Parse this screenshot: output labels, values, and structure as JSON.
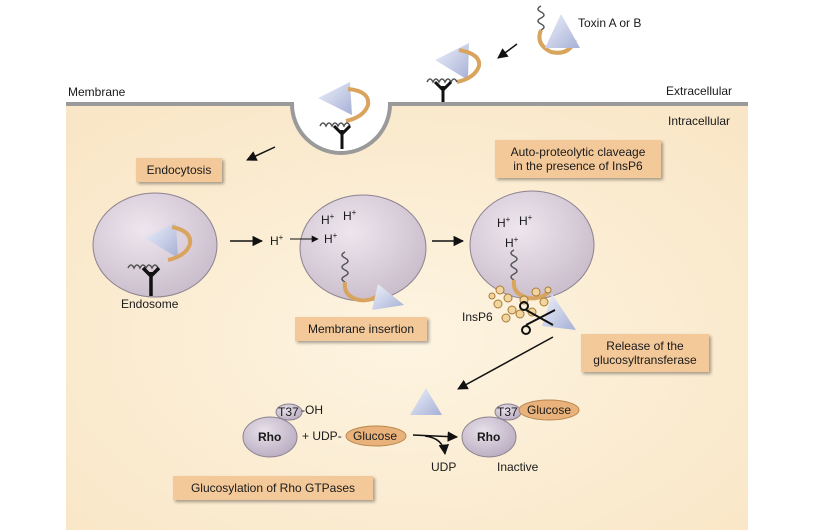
{
  "labels": {
    "toxin": "Toxin A or B",
    "membrane": "Membrane",
    "extracellular": "Extracellular",
    "intracellular": "Intracellular",
    "endosome": "Endosome",
    "insp6": "InsP6",
    "udp_product": "UDP",
    "inactive": "Inactive",
    "proton": "H+",
    "t37_oh": "T37",
    "oh": "OH",
    "t37_glc": "T37",
    "plus_udp": "+ UDP",
    "rho1": "Rho",
    "rho2": "Rho",
    "glucose_donor": "Glucose",
    "glucose_attached": "Glucose"
  },
  "boxes": {
    "endocytosis": "Endocytosis",
    "autoproteolytic": "Auto-proteolytic claveage\nin the presence of InsP6",
    "membrane_insertion": "Membrane insertion",
    "release": "Release of the\nglucosyltransferase",
    "glucosylation": "Glucosylation of Rho GTPases"
  },
  "colors": {
    "cytoplasm": "#fcefd6",
    "membrane": "#9a9a9a",
    "vesicle": "#d6ccd6",
    "toxin_domain": "#c6cde6",
    "linker": "#d9a55e",
    "box": "#f3c99a",
    "glucose": "#e9b27a"
  }
}
